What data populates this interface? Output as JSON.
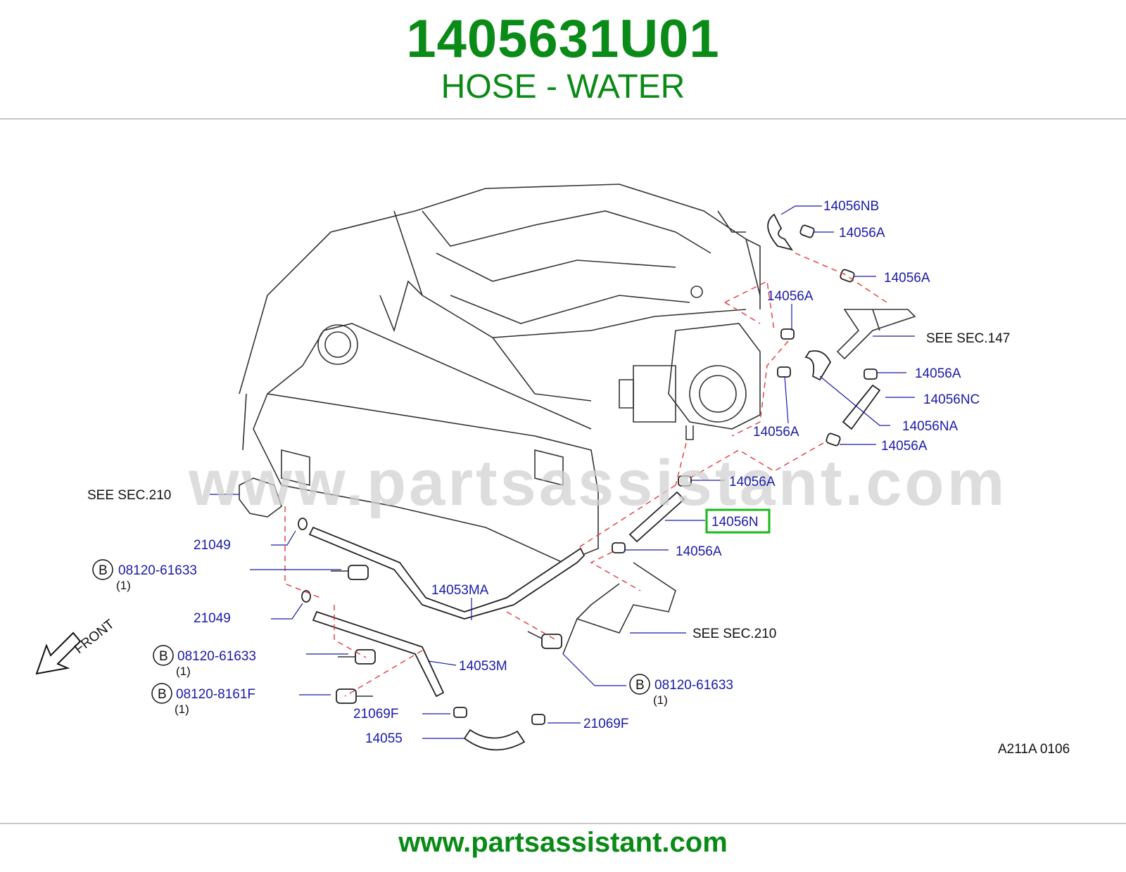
{
  "header": {
    "part_number": "1405631U01",
    "part_name": "HOSE - WATER"
  },
  "watermark": "www.partsassistant.com",
  "footer": {
    "url": "www.partsassistant.com"
  },
  "highlight": {
    "part": "14056N",
    "color": "#18b818"
  },
  "figure_code": "A211A  0106",
  "front_label": "FRONT",
  "callouts": {
    "nb": "14056NB",
    "a1": "14056A",
    "a2": "14056A",
    "a3": "14056A",
    "see147": "SEE  SEC.147",
    "a4": "14056A",
    "nc": "14056NC",
    "na": "14056NA",
    "a5": "14056A",
    "a6": "14056A",
    "a7": "14056A",
    "n": "14056N",
    "a8": "14056A",
    "see210a": "SEE  SEC.210",
    "c21049a": "21049",
    "b1": "08120-61633",
    "q1": "(1)",
    "ma": "14053MA",
    "c21049b": "21049",
    "see210b": "SEE  SEC.210",
    "b2": "08120-61633",
    "q2": "(1)",
    "m": "14053M",
    "b3": "08120-61633",
    "q3": "(1)",
    "b4": "08120-8161F",
    "q4": "(1)",
    "f1": "21069F",
    "f2": "21069F",
    "h55": "14055",
    "bolt_mark": "B"
  }
}
